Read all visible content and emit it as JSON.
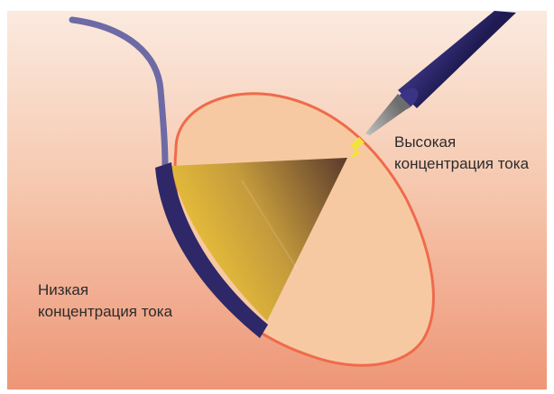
{
  "labels": {
    "high": {
      "line1": "Высокая",
      "line2": "концентрация тока"
    },
    "low": {
      "line1": "Низкая",
      "line2": "концентрация тока"
    }
  },
  "colors": {
    "background_top": "#fbe9dd",
    "background_bottom": "#ef9c7c",
    "tissue_fill": "#f7c9a2",
    "tissue_outline": "#ee6b4b",
    "return_pad": "#2e2868",
    "cable": "#6d6aa6",
    "electrode_handle": "#2f2a72",
    "electrode_tip": "#9a9a9a",
    "spark": "#f4e23a",
    "current_gradient_low": "#e9c43a",
    "current_gradient_high": "#5a3a2e"
  }
}
